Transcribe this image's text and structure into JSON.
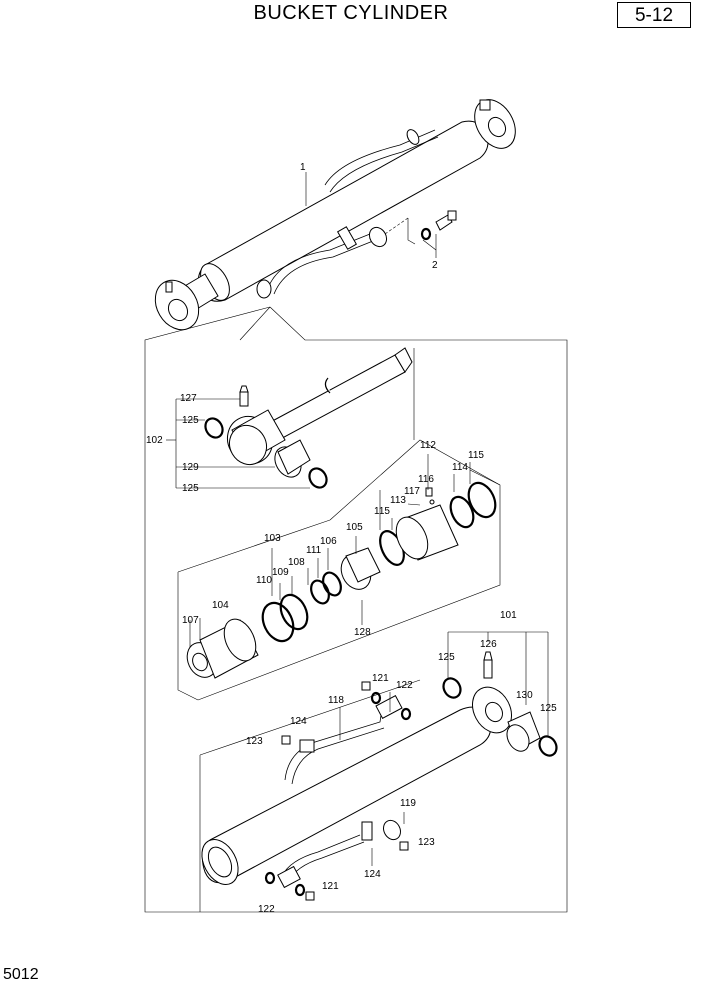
{
  "header": {
    "title": "BUCKET CYLINDER",
    "page_number": "5-12"
  },
  "footer": {
    "code": "5012"
  },
  "callouts": {
    "c1": "1",
    "c2": "2",
    "c127": "127",
    "c125a": "125",
    "c102": "102",
    "c129": "129",
    "c125b": "125",
    "c112": "112",
    "c116": "116",
    "c117": "117",
    "c114": "114",
    "c115a": "115",
    "c113": "113",
    "c115b": "115",
    "c105": "105",
    "c103": "103",
    "c108": "108",
    "c111": "111",
    "c106": "106",
    "c110": "110",
    "c109": "109",
    "c104": "104",
    "c107": "107",
    "c128": "128",
    "c101": "101",
    "c126": "126",
    "c125c": "125",
    "c130": "130",
    "c125d": "125",
    "c121a": "121",
    "c122a": "122",
    "c118": "118",
    "c124a": "124",
    "c123a": "123",
    "c119": "119",
    "c123b": "123",
    "c124b": "124",
    "c121b": "121",
    "c122b": "122"
  }
}
